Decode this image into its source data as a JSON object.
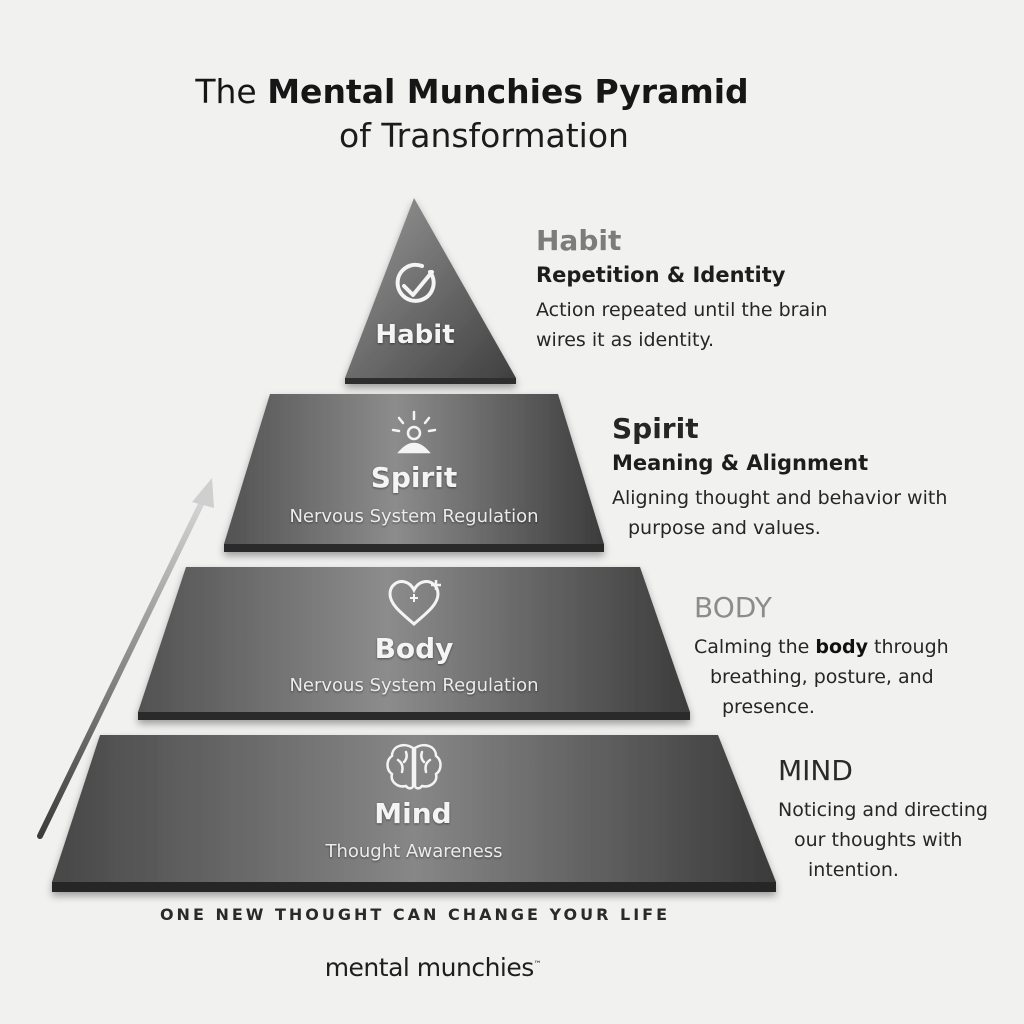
{
  "title": {
    "line1_plain": "The ",
    "line1_bold": "Mental Munchies Pyramid",
    "line2": "of Transformation"
  },
  "tiers": [
    {
      "icon": "check-circle-icon",
      "label": "Habit",
      "sub": ""
    },
    {
      "icon": "sunrise-person-icon",
      "label": "Spirit",
      "sub": "Nervous System Regulation"
    },
    {
      "icon": "heart-plus-icon",
      "label": "Body",
      "sub": "Nervous System Regulation"
    },
    {
      "icon": "brain-icon",
      "label": "Mind",
      "sub": "Thought Awareness"
    }
  ],
  "side": {
    "habit": {
      "heading": "Habit",
      "subheading": "Repetition & Identity",
      "desc_lines": [
        "Action repeated until the brain",
        "wires it as identity."
      ]
    },
    "spirit": {
      "heading": "Spirit",
      "subheading": "Meaning & Alignment",
      "desc_lines": [
        "Aligning thought and behavior with",
        "purpose and values."
      ]
    },
    "body": {
      "heading": "BODY",
      "desc_pre": "Calming the ",
      "desc_bold": "body",
      "desc_post": " through",
      "desc_lines": [
        "breathing, posture, and",
        "presence."
      ]
    },
    "mind": {
      "heading": "MIND",
      "desc_lines": [
        "Noticing and directing",
        "our thoughts with",
        "intention."
      ]
    }
  },
  "tagline": "ONE NEW THOUGHT CAN CHANGE YOUR LIFE",
  "brand": {
    "name": "mental munchies",
    "mark": "™"
  },
  "colors": {
    "background": "#f1f1f0",
    "tier_light": "#8e8e8e",
    "tier_dark": "#3a3a3a"
  }
}
